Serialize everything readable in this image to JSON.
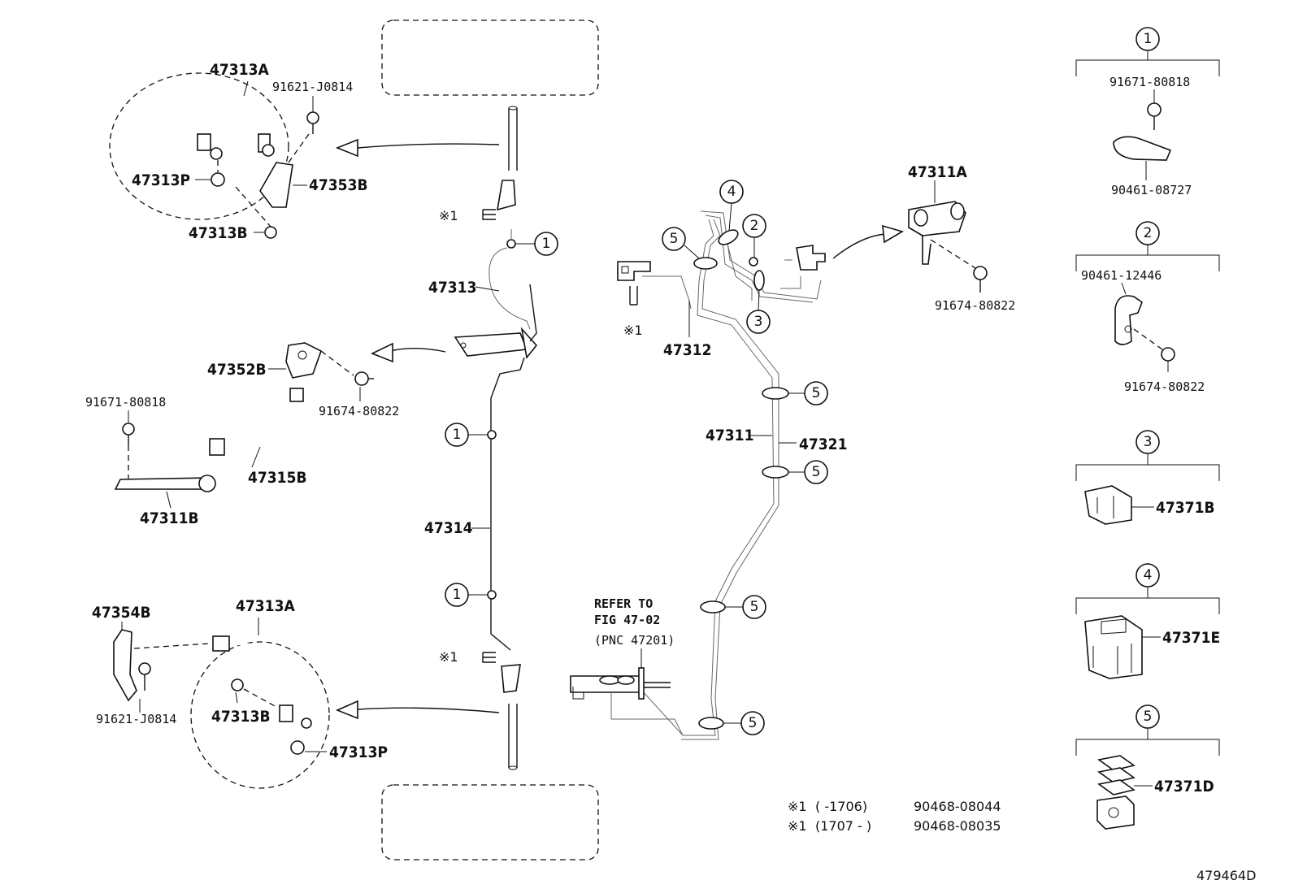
{
  "labels": {
    "p47313A_top": "47313A",
    "p91621_top": "91621-J0814",
    "p47313P_top": "47313P",
    "p47353B": "47353B",
    "p47313B_top": "47313B",
    "p47313": "47313",
    "p47352B": "47352B",
    "p91674_left": "91674-80822",
    "p91671_left": "91671-80818",
    "p47315B": "47315B",
    "p47311B": "47311B",
    "p47314": "47314",
    "p47354B": "47354B",
    "p47313A_bot": "47313A",
    "p91621_bot": "91621-J0814",
    "p47313B_bot": "47313B",
    "p47313P_bot": "47313P",
    "p47312": "47312",
    "p47311": "47311",
    "p47321": "47321",
    "p47311A": "47311A",
    "p91674_mid": "91674-80822",
    "p91671_r1": "91671-80818",
    "p90461_r1": "90461-08727",
    "p90461_r2": "90461-12446",
    "p91674_r2": "91674-80822",
    "p47371B": "47371B",
    "p47371E": "47371E",
    "p47371D": "47371D",
    "x1_a": "※1",
    "x1_b": "※1",
    "x1_c": "※1"
  },
  "refer": {
    "line1": "REFER TO",
    "line2": "FIG 47-02",
    "line3": "(PNC 47201)"
  },
  "notes": {
    "n1_mark": "※1",
    "n1_range": "(      -1706)",
    "n1_part": "90468-08044",
    "n2_mark": "※1",
    "n2_range": "(1707 -      )",
    "n2_part": "90468-08035"
  },
  "callouts": {
    "c1": "1",
    "c2": "2",
    "c3": "3",
    "c4": "4",
    "c5": "5"
  },
  "figure_id": "479464D"
}
